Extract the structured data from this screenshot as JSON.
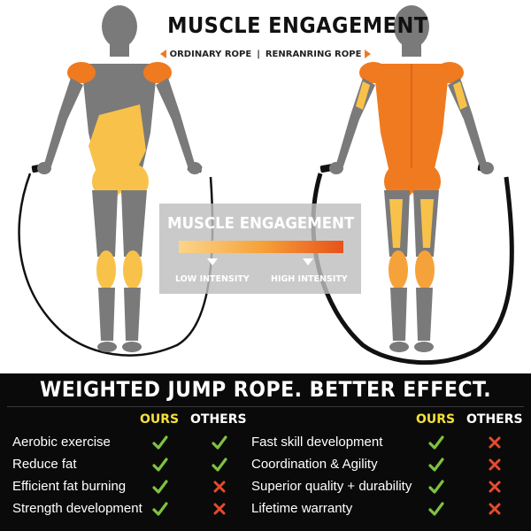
{
  "header": {
    "title": "MUSCLE ENGAGEMENT",
    "ordinary_label": "ORDINARY ROPE",
    "separator": "|",
    "weighted_label": "RENRANRING ROPE"
  },
  "intensity_panel": {
    "title": "MUSCLE ENGAGEMENT",
    "low_label": "LOW INTENSITY",
    "high_label": "HIGH INTENSITY"
  },
  "comparison": {
    "headline": "WEIGHTED JUMP ROPE. BETTER EFFECT.",
    "ours_label": "OURS",
    "others_label": "OTHERS",
    "left_rows": [
      {
        "label": "Aerobic exercise",
        "ours": "check",
        "others": "check"
      },
      {
        "label": "Reduce fat",
        "ours": "check",
        "others": "check"
      },
      {
        "label": "Efficient fat burning",
        "ours": "check",
        "others": "cross"
      },
      {
        "label": "Strength development",
        "ours": "check",
        "others": "cross"
      }
    ],
    "right_rows": [
      {
        "label": "Fast skill development",
        "ours": "check",
        "others": "cross"
      },
      {
        "label": "Coordination & Agility",
        "ours": "check",
        "others": "cross"
      },
      {
        "label": "Superior quality + durability",
        "ours": "check",
        "others": "cross"
      },
      {
        "label": "Lifetime warranty",
        "ours": "check",
        "others": "cross"
      }
    ]
  },
  "colors": {
    "check": "#7fc241",
    "cross": "#e84a2c",
    "ours": "#f2e03a",
    "muscle_light": "#f8c24a",
    "muscle_strong": "#f07a20",
    "body_gray": "#7a7a7a"
  },
  "icons": {
    "check": "check-icon",
    "cross": "cross-icon",
    "arrow_left": "triangle-left-icon",
    "arrow_right": "triangle-right-icon"
  }
}
